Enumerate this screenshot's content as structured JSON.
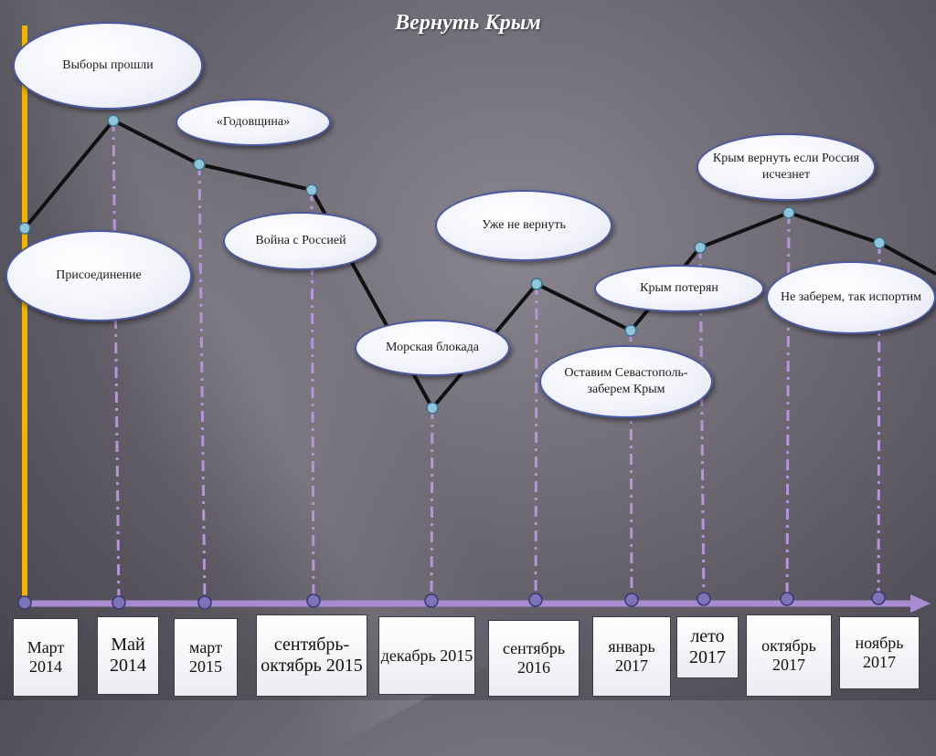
{
  "title": "Вернуть Крым",
  "colors": {
    "timeline_bar": "#f0b400",
    "dashed": "#b794d8",
    "line": "#111111",
    "arrow": "#a88bd0",
    "node": "#8ec4dc"
  },
  "events": [
    {
      "label": "Присоединение"
    },
    {
      "label": "Выборы прошли"
    },
    {
      "label": "«Годовщина»"
    },
    {
      "label": "Война с Россией"
    },
    {
      "label": "Морская блокада"
    },
    {
      "label": "Уже не вернуть"
    },
    {
      "label": "Оставим Севастополь-заберем Крым"
    },
    {
      "label": "Крым потерян"
    },
    {
      "label": "Крым вернуть если Россия исчезнет"
    },
    {
      "label": "Не заберем, так испортим"
    }
  ],
  "dates": [
    {
      "label": "Март 2014"
    },
    {
      "label": "Май 2014"
    },
    {
      "label": "март 2015"
    },
    {
      "label": "сентябрь-октябрь 2015"
    },
    {
      "label": "декабрь 2015"
    },
    {
      "label": "сентябрь 2016"
    },
    {
      "label": "январь 2017"
    },
    {
      "label": "лето 2017"
    },
    {
      "label": "октябрь 2017"
    },
    {
      "label": "ноябрь 2017"
    }
  ]
}
